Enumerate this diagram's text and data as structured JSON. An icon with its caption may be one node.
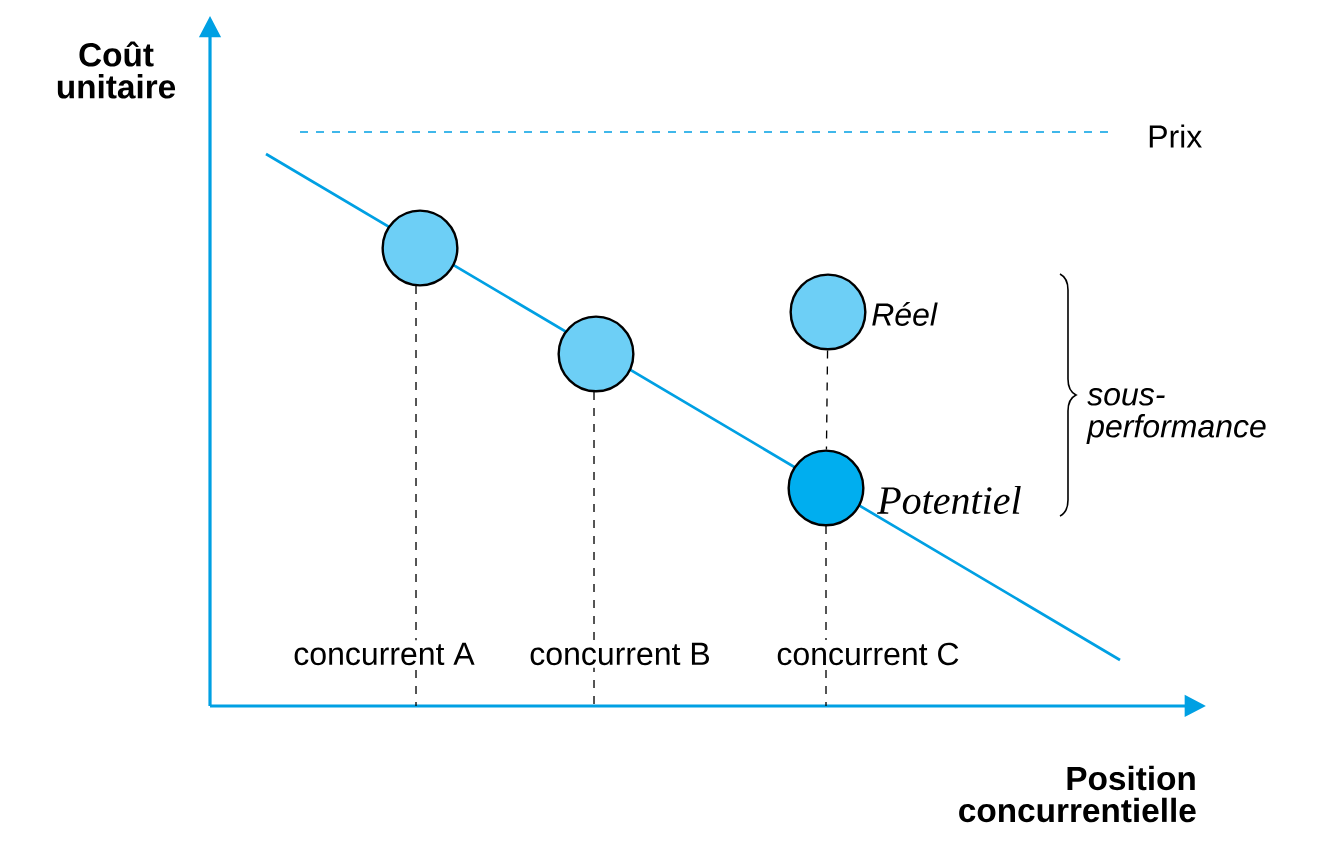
{
  "diagram": {
    "nodes": [
      {
        "text": [],
        "shape": "circle"
      },
      {
        "text": [],
        "shape": "circle"
      },
      {
        "text": [],
        "shape": "circle",
        "beside": [
          "*Réel*"
        ]
      },
      {
        "text": [],
        "shape": "circle",
        "beside": [
          "Potentiel"
        ]
      }
    ],
    "edges": [
      {
        "from": 2,
        "to": 3,
        "arrow": "none",
        "style": "dashed"
      }
    ],
    "labels": [
      "Coût unitaire",
      "Prix",
      "sous-performance",
      "concurrent A",
      "concurrent B",
      "concurrent C",
      "Position concurrentielle"
    ]
  }
}
